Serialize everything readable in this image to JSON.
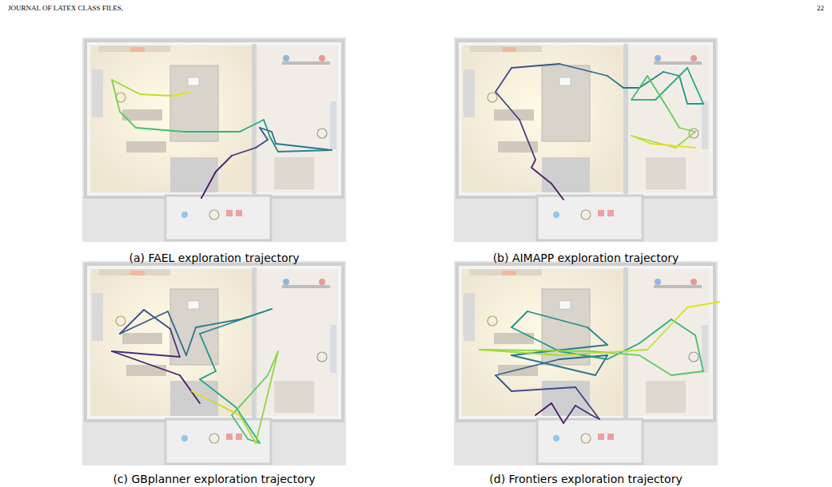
{
  "diagram": {
    "labels": [
      "JOURNAL OF LATEX CLASS FILES,",
      "22",
      "(a) FAEL exploration trajectory",
      "(b) AIMAPP exploration trajectory",
      "(c) GBplanner exploration trajectory",
      "(d) Frontiers exploration trajectory"
    ]
  }
}
